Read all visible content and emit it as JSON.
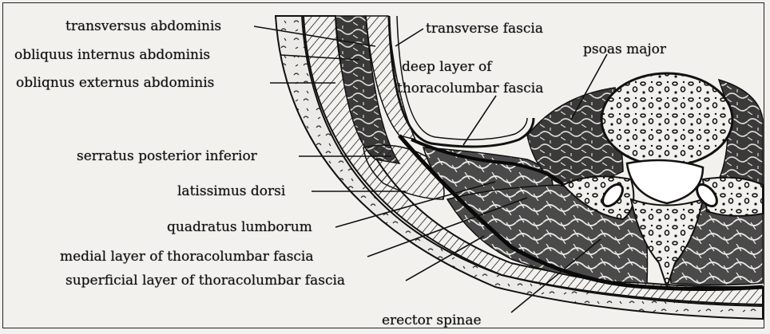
{
  "labels": {
    "transversus_abdominis": "transversus abdominis",
    "obliquus_internus": "obliquus internus abdominis",
    "obliquus_externus": "obliqnus externus abdominis",
    "serratus_posterior_inferior": "serratus posterior inferior",
    "latissimus_dorsi": "latissimus dorsi",
    "quadratus_lumborum": "quadratus lumborum",
    "medial_layer_tlf": "medial layer of thoracolumbar fascia",
    "superficial_layer_tlf": "superficial layer of thoracolumbar fascia",
    "transverse_fascia": "transverse fascia",
    "deep_layer_line1": "deep layer of",
    "deep_layer_line2": "thoracolumbar fascia",
    "psoas_major": "psoas major",
    "erector_spinae": "erector spinae"
  },
  "colors": {
    "ink": "#111111",
    "paper": "#f3f1ee",
    "fascia": "#0a0a0a"
  }
}
